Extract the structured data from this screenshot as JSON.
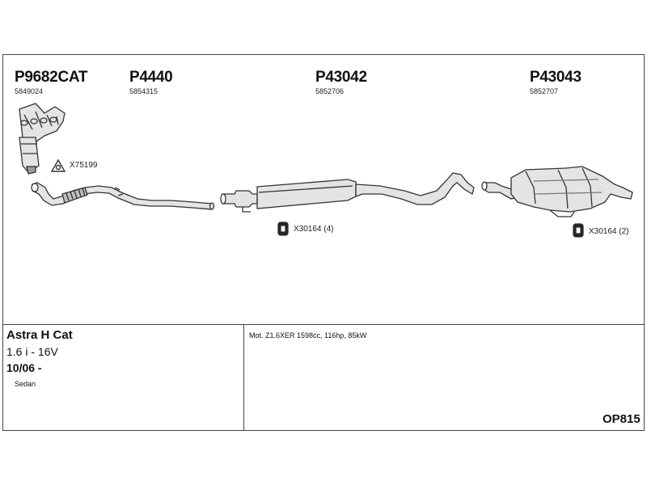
{
  "parts": [
    {
      "part_number": "P9682CAT",
      "oem_number": "5849024"
    },
    {
      "part_number": "P4440",
      "oem_number": "5854315"
    },
    {
      "part_number": "P43042",
      "oem_number": "5852706"
    },
    {
      "part_number": "P43043",
      "oem_number": "5852707"
    }
  ],
  "fittings": [
    {
      "label": "X75199",
      "icon": "gasket-icon"
    },
    {
      "label": "X30164 (4)",
      "icon": "clamp-icon"
    },
    {
      "label": "X30164 (2)",
      "icon": "clamp-icon"
    }
  ],
  "vehicle": {
    "model": "Astra H Cat",
    "engine": "1.6 i - 16V",
    "year": "10/06 -",
    "body": "Sedan"
  },
  "engine_description": "Mot. Z1.6XER 1598cc, 116hp, 85kW",
  "set_code": "OP815",
  "colors": {
    "line": "#333333",
    "fill": "#e4e4e4",
    "shade": "#9a9a9a"
  }
}
